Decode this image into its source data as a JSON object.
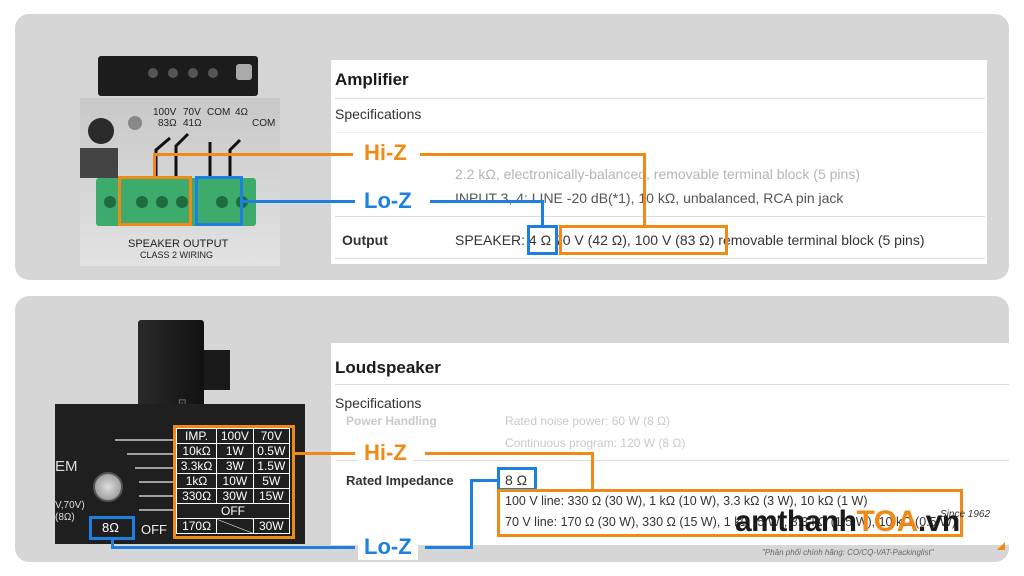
{
  "amplifier": {
    "title": "Amplifier",
    "subtitle": "Specifications",
    "faded_line1": "2.2 kΩ, electronically-balanced, removable terminal block (5 pins)",
    "faded_line2": "INPUT 3, 4: LINE -20 dB(*1), 10 kΩ, unbalanced, RCA pin jack",
    "output_label": "Output",
    "output_prefix": "SPEAKER: ",
    "output_lo": "4 Ω",
    "output_hi": "70 V (42 Ω), 100 V (83 Ω)",
    "output_suffix": " removable terminal block (5 pins)",
    "device": {
      "terminal_row1": [
        "100V",
        "70V",
        "COM",
        "4Ω",
        "COM"
      ],
      "terminal_row2": [
        "83Ω",
        "41Ω"
      ],
      "panel_label": "SPEAKER OUTPUT",
      "panel_sublabel": "CLASS 2 WIRING"
    }
  },
  "loudspeaker": {
    "title": "Loudspeaker",
    "subtitle": "Specifications",
    "faded_power_label": "Power Handling",
    "faded_power_value": "Rated noise power: 60 W (8 Ω)",
    "faded_program_value": "Continuous program: 120 W (8 Ω)",
    "impedance_label": "Rated Impedance",
    "impedance_value": "8 Ω",
    "line100": "100 V line: 330 Ω (30 W), 1 kΩ (10 W), 3.3 kΩ (3 W), 10 kΩ (1 W)",
    "line70": "70 V line: 170 Ω (30 W), 330 Ω (15 W), 1 kΩ (5 W), 3.3 kΩ (1.5 W), 10 kΩ (0.5 W)",
    "device": {
      "table_header": [
        "IMP.",
        "100V",
        "70V"
      ],
      "table_rows": [
        [
          "10kΩ",
          "1W",
          "0.5W"
        ],
        [
          "3.3kΩ",
          "3W",
          "1.5W"
        ],
        [
          "1kΩ",
          "10W",
          "5W"
        ],
        [
          "330Ω",
          "30W",
          "15W"
        ]
      ],
      "table_off": "OFF",
      "table_last": [
        "170Ω",
        "30W"
      ],
      "dial_value": "8Ω",
      "dial_off": "OFF",
      "side_text1": "EM",
      "side_text2": "V,70V)",
      "side_text3": "(8Ω)"
    }
  },
  "tags": {
    "hi_z": "Hi-Z",
    "lo_z": "Lo-Z"
  },
  "watermark": {
    "brand_left": "amthanh",
    "brand_mid": "TOA",
    "brand_right": ".vn",
    "since": "Since 1962",
    "tagline": "\"Phân phối chính hãng: CO/CQ-VAT-Packinglist\""
  },
  "colors": {
    "hi_z": "#f08a16",
    "lo_z": "#1d7fe0",
    "panel": "#d6d6d6"
  }
}
